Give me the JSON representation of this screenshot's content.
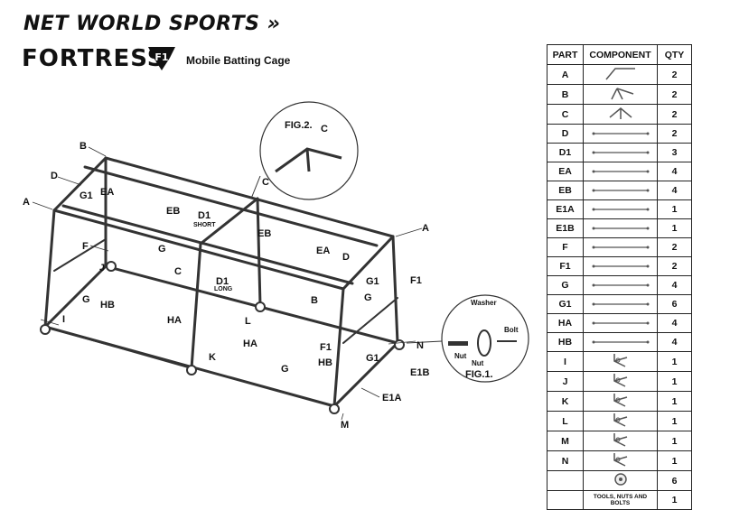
{
  "header": {
    "brand": "NET WORLD SPORTS",
    "product": "FORTRESS",
    "product_mark": "F1",
    "subtitle": "Mobile Batting Cage"
  },
  "figures": {
    "fig2": "FIG.2.",
    "fig1": "FIG.1."
  },
  "labels": {
    "B_top": "B",
    "D_left": "D",
    "G1_left": "G1",
    "EA_left": "EA",
    "A_left": "A",
    "EB_mid": "EB",
    "D1_mid": "D1",
    "short": "SHORT",
    "C_mid": "C",
    "EB_right": "EB",
    "A_right": "A",
    "F_left": "F",
    "G_mid": "G",
    "J": "J",
    "C_low": "C",
    "EA_right": "EA",
    "D_right": "D",
    "G1_right": "G1",
    "F1_right": "F1",
    "D1_long": "D1",
    "long": "LONG",
    "G_left": "G",
    "HB_left": "HB",
    "B_right": "B",
    "G_right": "G",
    "I": "I",
    "HA_mid": "HA",
    "L": "L",
    "N": "N",
    "F1_low": "F1",
    "HA_low": "HA",
    "K": "K",
    "HB_low": "HB",
    "G1_low": "G1",
    "E1B": "E1B",
    "G_low": "G",
    "E1A": "E1A",
    "M": "M",
    "C_fig2": "C",
    "washer": "Washer",
    "bolt": "Bolt",
    "nut1": "Nut",
    "nut2": "Nut"
  },
  "table": {
    "headers": [
      "PART",
      "COMPONENT",
      "QTY"
    ],
    "rows": [
      {
        "part": "A",
        "icon": "bent-pole-icon",
        "qty": "2"
      },
      {
        "part": "B",
        "icon": "corner-connector-icon",
        "qty": "2"
      },
      {
        "part": "C",
        "icon": "t-connector-icon",
        "qty": "2"
      },
      {
        "part": "D",
        "icon": "pole-icon",
        "qty": "2"
      },
      {
        "part": "D1",
        "icon": "pole-icon",
        "qty": "3"
      },
      {
        "part": "EA",
        "icon": "pole-icon",
        "qty": "4"
      },
      {
        "part": "EB",
        "icon": "pole-icon",
        "qty": "4"
      },
      {
        "part": "E1A",
        "icon": "pole-icon",
        "qty": "1"
      },
      {
        "part": "E1B",
        "icon": "pole-icon",
        "qty": "1"
      },
      {
        "part": "F",
        "icon": "pole-icon",
        "qty": "2"
      },
      {
        "part": "F1",
        "icon": "pole-icon",
        "qty": "2"
      },
      {
        "part": "G",
        "icon": "pole-icon",
        "qty": "4"
      },
      {
        "part": "G1",
        "icon": "pole-icon",
        "qty": "6"
      },
      {
        "part": "HA",
        "icon": "pole-icon",
        "qty": "4"
      },
      {
        "part": "HB",
        "icon": "pole-icon",
        "qty": "4"
      },
      {
        "part": "I",
        "icon": "wheel-bracket-icon",
        "qty": "1"
      },
      {
        "part": "J",
        "icon": "wheel-bracket-icon",
        "qty": "1"
      },
      {
        "part": "K",
        "icon": "wheel-bracket-icon",
        "qty": "1"
      },
      {
        "part": "L",
        "icon": "wheel-bracket-icon",
        "qty": "1"
      },
      {
        "part": "M",
        "icon": "wheel-bracket-icon",
        "qty": "1"
      },
      {
        "part": "N",
        "icon": "wheel-bracket-icon",
        "qty": "1"
      },
      {
        "part": "",
        "icon": "wheel-icon",
        "qty": "6"
      },
      {
        "part": "",
        "text": "TOOLS, NUTS AND BOLTS",
        "qty": "1"
      }
    ]
  }
}
